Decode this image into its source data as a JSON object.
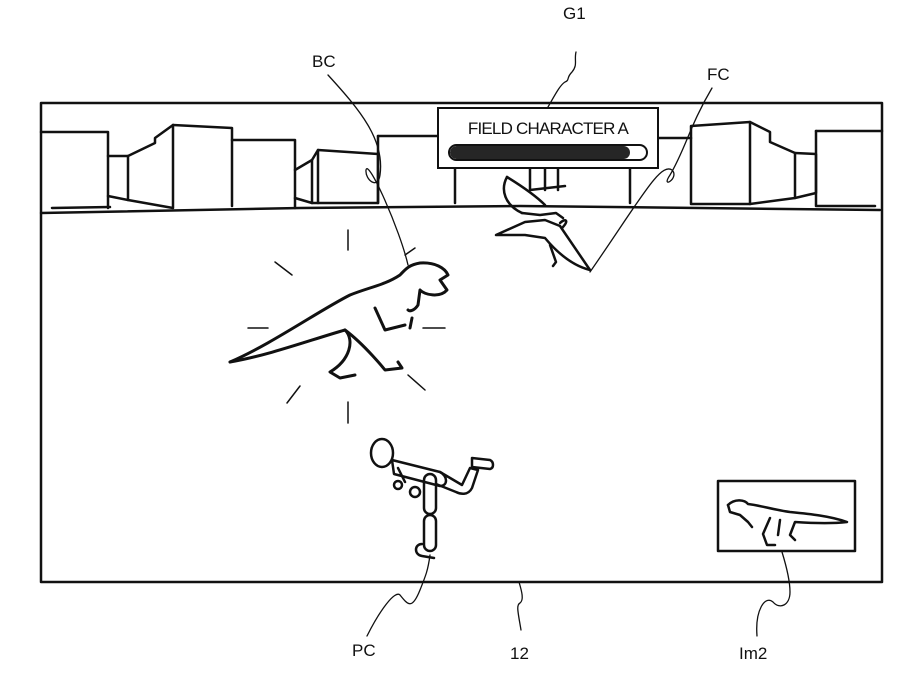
{
  "figure": {
    "type": "patent-style game screen illustration",
    "screen_ref": "12"
  },
  "labels": {
    "gauge": "G1",
    "background_character": "BC",
    "field_character": "FC",
    "player_character": "PC",
    "screen": "12",
    "thumbnail_image": "Im2"
  },
  "hud": {
    "title": "FIELD CHARACTER A",
    "health_fraction": 0.92,
    "bar_color": "#262626"
  },
  "scene": {
    "background": "city buildings along horizon",
    "field_character": "pteranodon (flying)",
    "background_character": "tyrannosaurus with emphasis lines",
    "player_character": "running stick figure",
    "thumbnail": "tyrannosaurus"
  }
}
